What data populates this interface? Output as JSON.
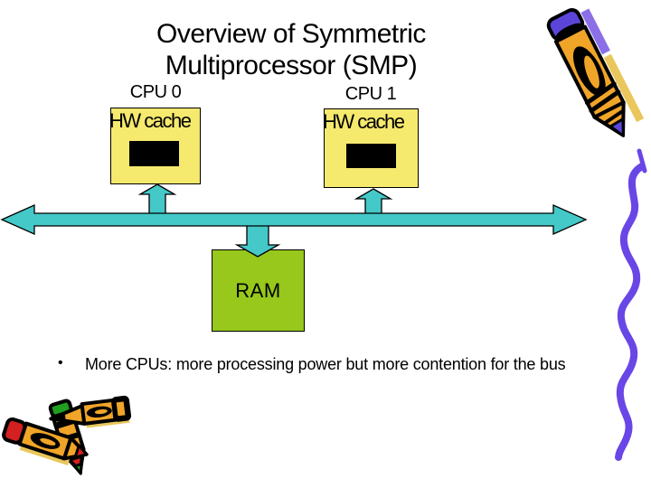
{
  "slide_title": {
    "line1": "Overview of Symmetric",
    "line2": "Multiprocessor (SMP)"
  },
  "diagram": {
    "cpus": [
      {
        "label": "CPU 0",
        "cache_label": "HW cache"
      },
      {
        "label": "CPU 1",
        "cache_label": "HW cache"
      }
    ],
    "ram_label": "RAM",
    "bus": "shared-bus-double-arrow"
  },
  "bullet": {
    "marker": "•",
    "text": "More CPUs: more processing power but more contention for the bus"
  },
  "decorations": {
    "top_right": "crayon-icon",
    "bottom_left": "crayons-icon",
    "right_edge": "squiggle-line-icon"
  },
  "colors": {
    "box-yellow": "#F5E96E",
    "ram-green": "#97C81B",
    "bus-teal": "#45C8C8",
    "squiggle-purple": "#6946E6",
    "crayon-orange": "#F0A528",
    "cap-purple": "#5B45D8",
    "cap-red": "#D42020",
    "cap-green": "#1F9E1F",
    "shadow-yellow": "#E9C75C"
  }
}
